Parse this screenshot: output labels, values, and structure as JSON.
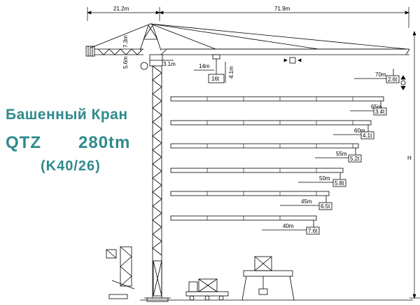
{
  "title": {
    "name": "Башенный Кран",
    "model": "QTZ",
    "capacity": "280tm",
    "jib_code": "(K40/26)"
  },
  "dimensions": {
    "counter_jib": "21.2m",
    "jib": "71.9m",
    "tower_head": "7.3m",
    "head_offset": "5.6m",
    "pivot": "3.1m",
    "trolley_reach": "14m",
    "hook_drop": "4.1m",
    "height": "H"
  },
  "max_load": "16t",
  "load_table": [
    {
      "radius": "70m",
      "load": "2.6t"
    },
    {
      "radius": "65m",
      "load": "3.4t"
    },
    {
      "radius": "60m",
      "load": "4.1t"
    },
    {
      "radius": "55m",
      "load": "5.2t"
    },
    {
      "radius": "50m",
      "load": "5.8t"
    },
    {
      "radius": "45m",
      "load": "6.5t"
    },
    {
      "radius": "40m",
      "load": "7.6t"
    }
  ],
  "colors": {
    "title": "#2f8a8c",
    "lines": "#000000"
  }
}
